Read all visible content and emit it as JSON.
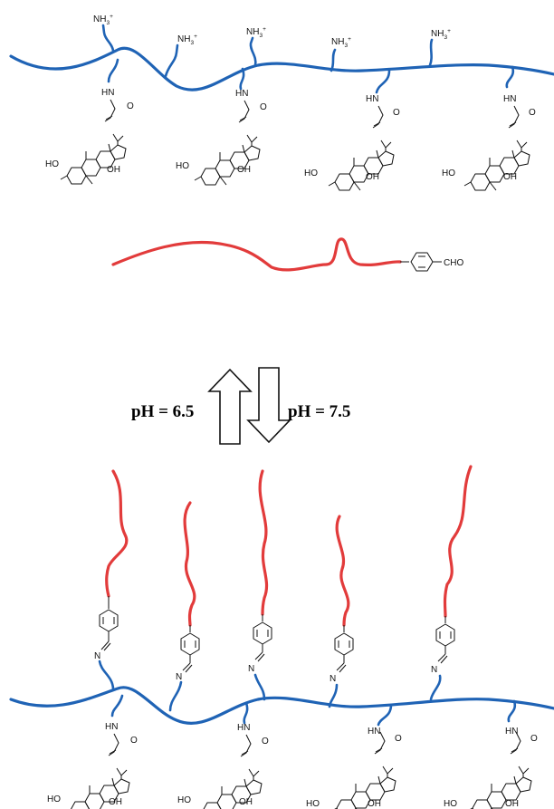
{
  "colors": {
    "chitosan": "#1f63b5",
    "peg": "#e23b3b",
    "structure": "#111111"
  },
  "labels": {
    "amine": "NH",
    "amine_sub": "3",
    "amine_charge": "+",
    "amide_n": "HN",
    "carbonyl_o": "O",
    "hydroxyl_right": "OH",
    "hydroxyl_left": "HO",
    "aldehyde": "CHO",
    "imine_n": "N"
  },
  "conditions": {
    "forward": "pH = 6.5",
    "reverse": "pH = 7.5"
  }
}
